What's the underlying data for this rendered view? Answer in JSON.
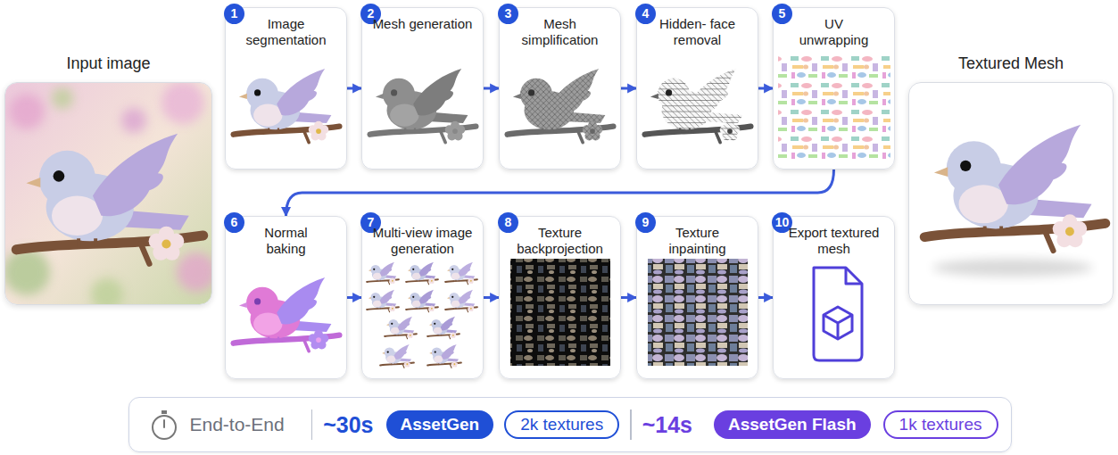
{
  "diagram": {
    "nodes": [
      {
        "text": [
          "Input image"
        ]
      },
      {
        "text": [
          "1",
          "Image segmentation"
        ]
      },
      {
        "text": [
          "2",
          "Mesh generation"
        ]
      },
      {
        "text": [
          "3",
          "Mesh simplification"
        ]
      },
      {
        "text": [
          "4",
          "Hidden- face removal"
        ]
      },
      {
        "text": [
          "5",
          "UV unwrapping"
        ]
      },
      {
        "text": [
          "6",
          "Normal baking"
        ]
      },
      {
        "text": [
          "7",
          "Multi-view image generation"
        ]
      },
      {
        "text": [
          "8",
          "Texture backprojection"
        ]
      },
      {
        "text": [
          "9",
          "Texture inpainting"
        ]
      },
      {
        "text": [
          "10",
          "Export textured mesh"
        ]
      },
      {
        "text": [
          "Textured Mesh"
        ]
      },
      {
        "text": [
          "End-to-End",
          "~30s",
          "~14s"
        ]
      },
      {
        "text": [
          "AssetGen"
        ],
        "in": 12
      },
      {
        "text": [
          "2k textures"
        ],
        "in": 12
      },
      {
        "text": [
          "AssetGen Flash"
        ],
        "in": 12
      },
      {
        "text": [
          "1k textures"
        ],
        "in": 12
      }
    ],
    "edges": [
      {
        "from": 1,
        "to": 2,
        "arrow": "to"
      },
      {
        "from": 2,
        "to": 3,
        "arrow": "to"
      },
      {
        "from": 3,
        "to": 4,
        "arrow": "to"
      },
      {
        "from": 4,
        "to": 5,
        "arrow": "to"
      },
      {
        "from": 5,
        "to": 6,
        "arrow": "to"
      },
      {
        "from": 6,
        "to": 7,
        "arrow": "to"
      },
      {
        "from": 7,
        "to": 8,
        "arrow": "to"
      },
      {
        "from": 8,
        "to": 9,
        "arrow": "to"
      },
      {
        "from": 9,
        "to": 10,
        "arrow": "to"
      }
    ]
  }
}
